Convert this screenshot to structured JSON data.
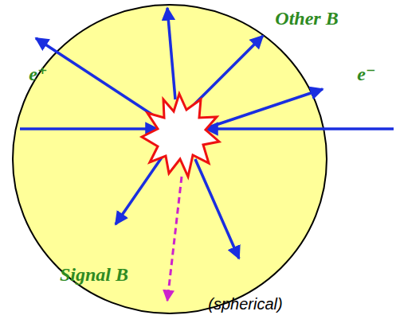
{
  "diagram": {
    "labels": [
      "Other B",
      "e⁺",
      "e⁻",
      "Signal B",
      "(spherical)"
    ]
  }
}
